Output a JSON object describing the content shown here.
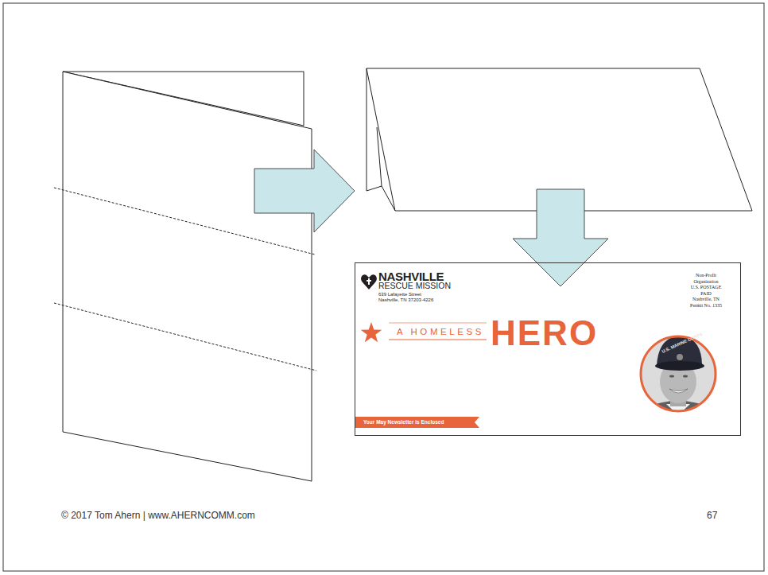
{
  "diagram": {
    "nodes": [
      {
        "text": [
          "NASHVILLE",
          "RESCUE MISSION",
          "639 Lafayette Street",
          "Nashville, TN 37203-4226",
          "A HOMELESS",
          "HERO",
          "Non-Profit",
          "Organization",
          "U.S. POSTAGE",
          "PAID",
          "Nashville, TN",
          "Permit No. 1335"
        ]
      },
      {
        "text": [
          "Your May Newsletter is Enclosed"
        ],
        "in": 0
      }
    ],
    "labels": [
      "U.S. MARINE CORPS",
      "© 2017 Tom Ahern | www.AHERNCOMM.com",
      "67"
    ]
  }
}
